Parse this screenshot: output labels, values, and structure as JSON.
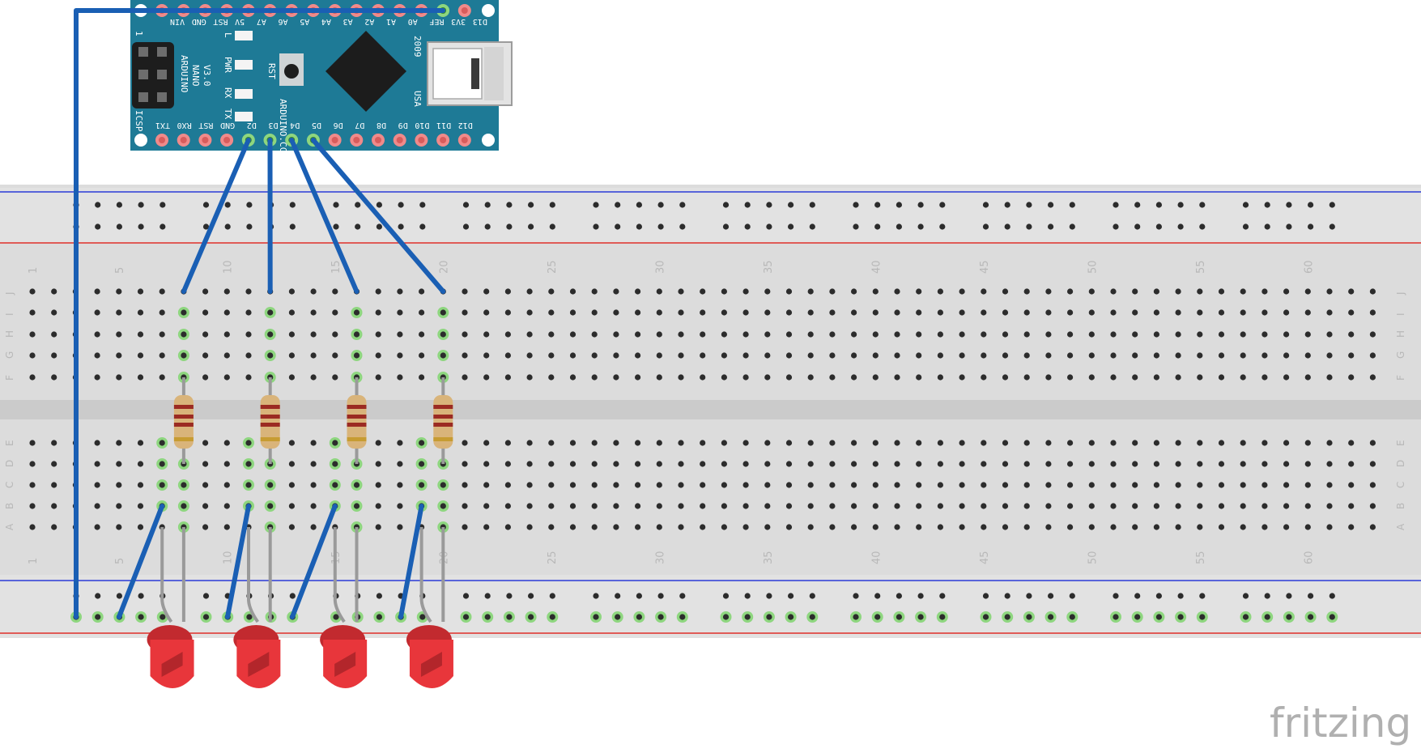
{
  "arduino": {
    "name_lines": [
      "ARDUINO",
      "NANO",
      "V3.0"
    ],
    "icsp_label": "ICSP",
    "icsp_pin1": "1",
    "year": "2009",
    "country": "USA",
    "site": "ARDUINO.CC",
    "reset_label": "RST",
    "led_labels": [
      "L",
      "PWR",
      "RX",
      "TX"
    ],
    "top_pins": [
      "VIN",
      "GND",
      "RST",
      "5V",
      "A7",
      "A6",
      "A5",
      "A4",
      "A3",
      "A2",
      "A1",
      "A0",
      "REF",
      "3V3",
      "D13"
    ],
    "bottom_pins": [
      "TX1",
      "RX0",
      "RST",
      "GND",
      "D2",
      "D3",
      "D4",
      "D5",
      "D6",
      "D7",
      "D8",
      "D9",
      "D10",
      "D11",
      "D12"
    ]
  },
  "breadboard": {
    "column_numbers": [
      "1",
      "5",
      "10",
      "15",
      "20",
      "25",
      "30",
      "35",
      "40",
      "45",
      "50",
      "55",
      "60"
    ],
    "top_row_letters": [
      "J",
      "I",
      "H",
      "G",
      "F"
    ],
    "bottom_row_letters": [
      "E",
      "D",
      "C",
      "B",
      "A"
    ],
    "columns": 63,
    "rail_groups": 10
  },
  "components": {
    "resistor_count": 4,
    "led_count": 4,
    "led_color": "#e8363b",
    "wire_color": "#1a5fb4",
    "board_color": "#1e7a96"
  },
  "brand": {
    "label": "fritzing"
  }
}
